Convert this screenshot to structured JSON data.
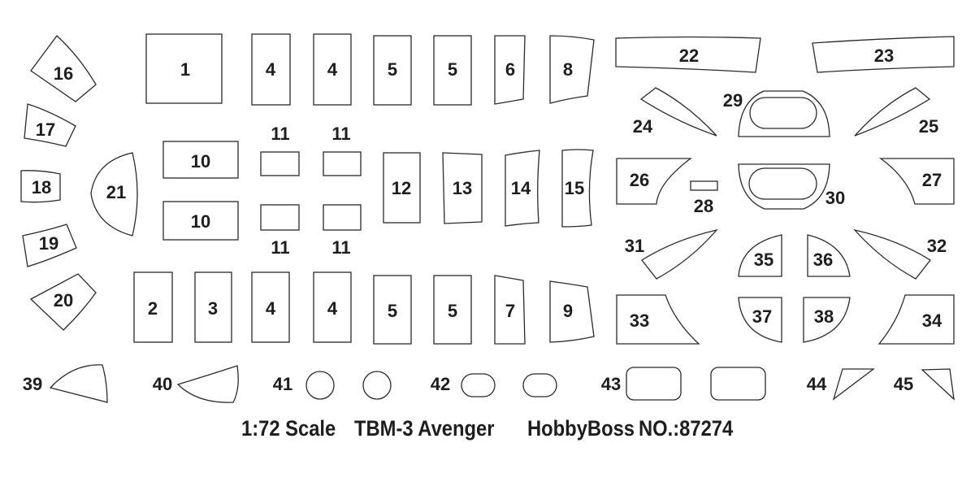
{
  "colors": {
    "stroke": "#2a2a2a",
    "text": "#1e1e1e",
    "background": "#ffffff"
  },
  "parts": [
    "1",
    "2",
    "3",
    "4",
    "5",
    "6",
    "7",
    "8",
    "9",
    "10",
    "11",
    "12",
    "13",
    "14",
    "15",
    "16",
    "17",
    "18",
    "19",
    "20",
    "21",
    "22",
    "23",
    "24",
    "25",
    "26",
    "27",
    "28",
    "29",
    "30",
    "31",
    "32",
    "33",
    "34",
    "35",
    "36",
    "37",
    "38",
    "39",
    "40",
    "41",
    "42",
    "43",
    "44",
    "45"
  ],
  "footer": {
    "scale": "1:72 Scale",
    "model": "TBM-3 Avenger",
    "maker": "HobbyBoss",
    "number": "NO.:87274"
  }
}
